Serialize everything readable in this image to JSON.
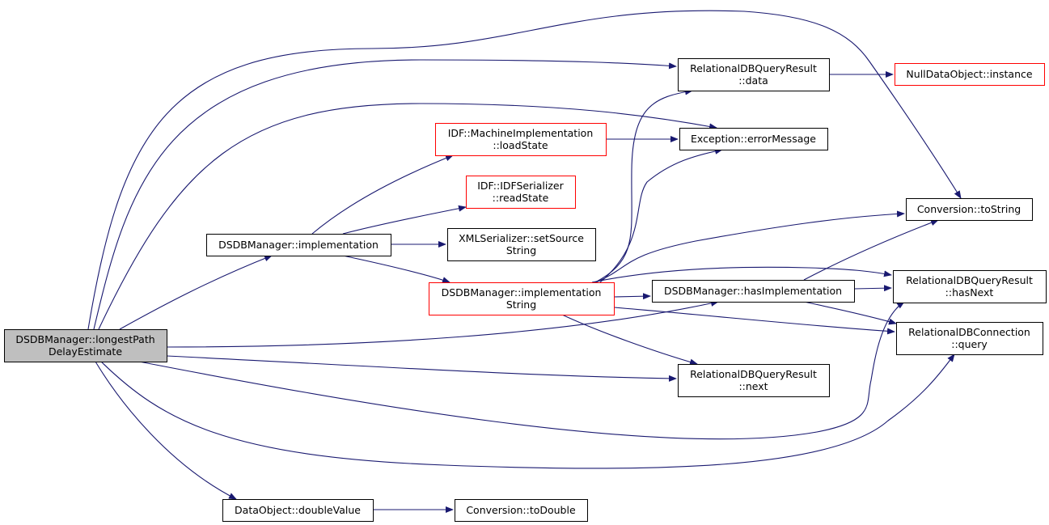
{
  "colors": {
    "edge": "#191970",
    "node_border": "#000000",
    "node_border_truncated": "#ff0000",
    "root_fill": "#bfbfbf",
    "node_fill": "#ffffff"
  },
  "nodes": [
    {
      "id": "root",
      "lines": [
        "DSDBManager::longestPath",
        "DelayEstimate"
      ],
      "style": "root"
    },
    {
      "id": "impl",
      "lines": [
        "DSDBManager::implementation"
      ],
      "style": "normal"
    },
    {
      "id": "loadstate",
      "lines": [
        "IDF::MachineImplementation",
        "::loadState"
      ],
      "style": "truncated"
    },
    {
      "id": "readstate",
      "lines": [
        "IDF::IDFSerializer",
        "::readState"
      ],
      "style": "truncated"
    },
    {
      "id": "setsource",
      "lines": [
        "XMLSerializer::setSource",
        "String"
      ],
      "style": "normal"
    },
    {
      "id": "implstring",
      "lines": [
        "DSDBManager::implementation",
        "String"
      ],
      "style": "truncated"
    },
    {
      "id": "hasimpl",
      "lines": [
        "DSDBManager::hasImplementation"
      ],
      "style": "normal"
    },
    {
      "id": "data",
      "lines": [
        "RelationalDBQueryResult",
        "::data"
      ],
      "style": "normal"
    },
    {
      "id": "nullinst",
      "lines": [
        "NullDataObject::instance"
      ],
      "style": "truncated"
    },
    {
      "id": "errmsg",
      "lines": [
        "Exception::errorMessage"
      ],
      "style": "normal"
    },
    {
      "id": "tostring",
      "lines": [
        "Conversion::toString"
      ],
      "style": "normal"
    },
    {
      "id": "hasnext",
      "lines": [
        "RelationalDBQueryResult",
        "::hasNext"
      ],
      "style": "normal"
    },
    {
      "id": "query",
      "lines": [
        "RelationalDBConnection",
        "::query"
      ],
      "style": "normal"
    },
    {
      "id": "next",
      "lines": [
        "RelationalDBQueryResult",
        "::next"
      ],
      "style": "normal"
    },
    {
      "id": "doublevalue",
      "lines": [
        "DataObject::doubleValue"
      ],
      "style": "normal"
    },
    {
      "id": "todouble",
      "lines": [
        "Conversion::toDouble"
      ],
      "style": "normal"
    }
  ],
  "edges": [
    [
      "root",
      "data"
    ],
    [
      "root",
      "errmsg"
    ],
    [
      "root",
      "tostring"
    ],
    [
      "root",
      "impl"
    ],
    [
      "root",
      "hasimpl"
    ],
    [
      "root",
      "next"
    ],
    [
      "root",
      "hasnext"
    ],
    [
      "root",
      "query"
    ],
    [
      "root",
      "doublevalue"
    ],
    [
      "impl",
      "loadstate"
    ],
    [
      "impl",
      "readstate"
    ],
    [
      "impl",
      "setsource"
    ],
    [
      "impl",
      "implstring"
    ],
    [
      "loadstate",
      "errmsg"
    ],
    [
      "implstring",
      "data"
    ],
    [
      "implstring",
      "errmsg"
    ],
    [
      "implstring",
      "tostring"
    ],
    [
      "implstring",
      "hasimpl"
    ],
    [
      "implstring",
      "hasnext"
    ],
    [
      "implstring",
      "query"
    ],
    [
      "implstring",
      "next"
    ],
    [
      "hasimpl",
      "tostring"
    ],
    [
      "hasimpl",
      "hasnext"
    ],
    [
      "hasimpl",
      "query"
    ],
    [
      "data",
      "nullinst"
    ],
    [
      "doublevalue",
      "todouble"
    ]
  ]
}
